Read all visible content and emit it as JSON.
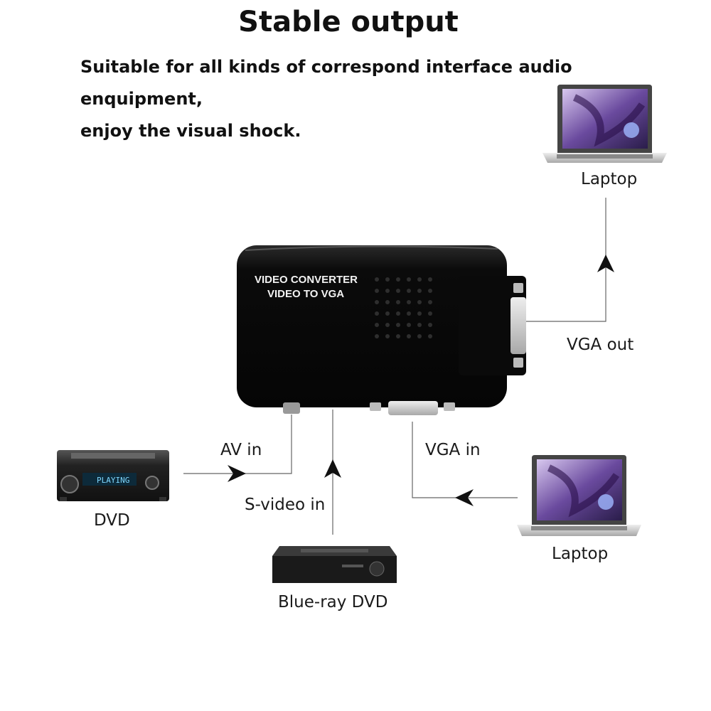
{
  "header": {
    "title": "Stable output",
    "subtitle_line1": "Suitable for all kinds of correspond interface audio enquipment,",
    "subtitle_line2": "enjoy the visual shock."
  },
  "device": {
    "label_line1": "VIDEO CONVERTER",
    "label_line2": "VIDEO TO VGA"
  },
  "dvd_display": "PLAYING",
  "labels": {
    "laptop_top": "Laptop",
    "vga_out": "VGA out",
    "av_in": "AV in",
    "s_video_in": "S-video in",
    "vga_in": "VGA in",
    "dvd": "DVD",
    "laptop_bottom": "Laptop",
    "blueray_dvd": "Blue-ray DVD"
  }
}
